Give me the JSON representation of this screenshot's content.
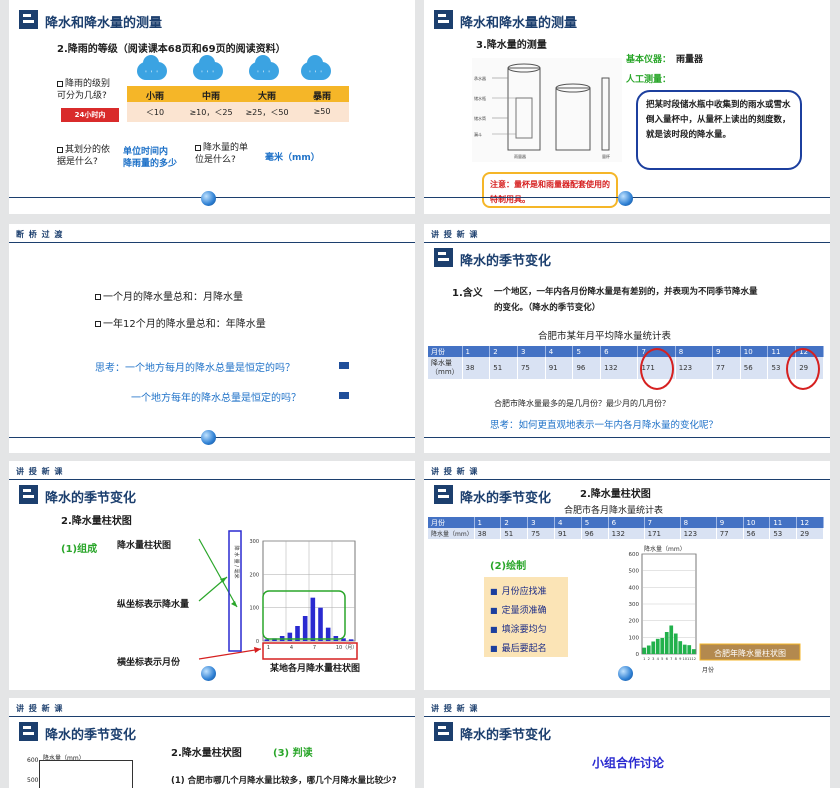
{
  "slide1": {
    "title": "降水和降水量的测量",
    "subtitle": "2.降雨的等级（阅读课本68页和69页的阅读资料）",
    "question1": "降雨的级别\n可分为几级?",
    "badge": "24小时内",
    "levels": [
      "小雨",
      "中雨",
      "大雨",
      "暴雨"
    ],
    "ranges": [
      "＜10",
      "≥10，＜25",
      "≥25，＜50",
      "≥50"
    ],
    "question2": "其划分的依\n据是什么?",
    "answer2": "单位时间内\n降雨量的多少",
    "question3": "降水量的单\n位是什么?",
    "answer3": "毫米（mm）"
  },
  "slide2": {
    "title": "降水和降水量的测量",
    "subtitle": "3.降水量的测量",
    "instrument_label": "基本仪器：",
    "instrument_value": "雨量器",
    "manual_label": "人工测量：",
    "manual_text": "把某时段储水瓶中收集到的雨水或雪水倒入量杯中，从量杯上读出的刻度数，就是该时段的降水量。",
    "note": "注意：量杯是和雨量器配套使用的特制用具。",
    "diagram_labels": [
      "承水器",
      "储水瓶",
      "储水筒",
      "量杯",
      "漏斗",
      "雨量器"
    ]
  },
  "slide3": {
    "tag": "断 桥 过 渡",
    "line1": "一个月的降水量总和：月降水量",
    "line2": "一年12个月的降水量总和：年降水量",
    "think1": "思考：一个地方每月的降水总量是恒定的吗？",
    "think2": "一个地方每年的降水总量是恒定的吗？"
  },
  "slide4": {
    "tag": "讲 授 新 课",
    "title": "降水的季节变化",
    "def_label": "1.含义",
    "def_text": "一个地区，一年内各月份降水量是有差别的，并表现为不同季节降水量的变化。（降水的季节变化）",
    "table_title": "合肥市某年月平均降水量统计表",
    "table_head": [
      "月份",
      "1",
      "2",
      "3",
      "4",
      "5",
      "6",
      "7",
      "8",
      "9",
      "10",
      "11",
      "12"
    ],
    "table_row_label": "降水量（mm）",
    "table_values": [
      "38",
      "51",
      "75",
      "91",
      "96",
      "132",
      "171",
      "123",
      "77",
      "56",
      "53",
      "29"
    ],
    "q1": "合肥市降水量最多的是几月份？最少月的几月份？",
    "q2": "思考：如何更直观地表示一年内各月降水量的变化呢？"
  },
  "slide5": {
    "tag": "讲 授 新 课",
    "title": "降水的季节变化",
    "subtitle": "2.降水量柱状图",
    "part": "(1)组成",
    "label_chart": "降水量柱状图",
    "label_y": "纵坐标表示降水量",
    "label_x": "横坐标表示月份",
    "caption": "某地各月降水量柱状图",
    "y_unit": "降 水 量 / 毫米",
    "y_ticks": [
      "300",
      "200",
      "100",
      "0"
    ],
    "x_ticks": [
      "1",
      "4",
      "7",
      "10（月）"
    ]
  },
  "slide6": {
    "tag": "讲 授 新 课",
    "title": "降水的季节变化",
    "subtitle": "2.降水量柱状图",
    "table_title": "合肥市各月降水量统计表",
    "table_head": [
      "月份",
      "1",
      "2",
      "3",
      "4",
      "5",
      "6",
      "7",
      "8",
      "9",
      "10",
      "11",
      "12"
    ],
    "table_row_label": "降水量（mm）",
    "table_values": [
      "38",
      "51",
      "75",
      "91",
      "96",
      "132",
      "171",
      "123",
      "77",
      "56",
      "53",
      "29"
    ],
    "part": "(2)绘制",
    "tips": [
      "月份应找准",
      "定量须准确",
      "填涂要均匀",
      "最后要起名"
    ],
    "y_unit": "降水量（mm）",
    "y_ticks": [
      "600",
      "500",
      "400",
      "300",
      "200",
      "100",
      "0"
    ],
    "x_ticks": [
      "1",
      "2",
      "3",
      "4",
      "5",
      "6",
      "7",
      "8",
      "9",
      "10",
      "11",
      "12"
    ],
    "x_unit": "月份",
    "caption": "合肥年降水量柱状图"
  },
  "slide7": {
    "tag": "讲 授 新 课",
    "title": "降水的季节变化",
    "subtitle": "2.降水量柱状图",
    "part": "(3) 判读",
    "y_unit": "降水量（mm）",
    "y_ticks": [
      "600",
      "500"
    ],
    "q1": "(1) 合肥市哪几个月降水量比较多，哪几个月降水量比较少?"
  },
  "slide8": {
    "tag": "讲 授 新 课",
    "title": "降水的季节变化",
    "discussion": "小组合作讨论"
  },
  "chart_data": [
    {
      "type": "bar",
      "title": "某地各月降水量柱状图",
      "ylabel": "降 水 量 / 毫米",
      "ylim": [
        0,
        300
      ],
      "categories": [
        "1",
        "2",
        "3",
        "4",
        "5",
        "6",
        "7",
        "8",
        "9",
        "10",
        "11",
        "12"
      ],
      "values": [
        5,
        8,
        15,
        25,
        45,
        75,
        130,
        100,
        40,
        15,
        8,
        5
      ]
    },
    {
      "type": "bar",
      "title": "合肥年降水量柱状图",
      "ylabel": "降水量（mm）",
      "xlabel": "月份",
      "ylim": [
        0,
        600
      ],
      "categories": [
        "1",
        "2",
        "3",
        "4",
        "5",
        "6",
        "7",
        "8",
        "9",
        "10",
        "11",
        "12"
      ],
      "values": [
        38,
        51,
        75,
        91,
        96,
        132,
        171,
        123,
        77,
        56,
        53,
        29
      ]
    }
  ],
  "colors": {
    "navy": "#1c3f6e",
    "blue_text": "#1f72c8",
    "green": "#2aa62a",
    "red": "#d62020",
    "bar_green": "#22b14c",
    "bar_blue": "#2a2ad0"
  }
}
